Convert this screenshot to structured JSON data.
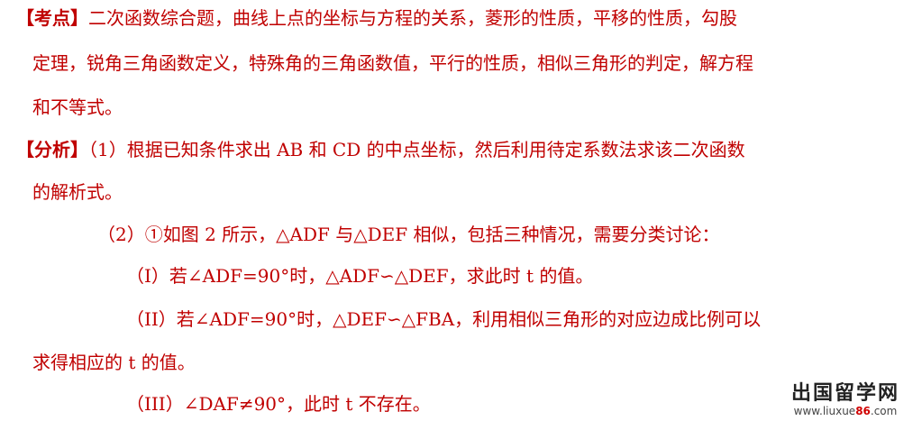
{
  "section_kaodian": {
    "label": "【考点】",
    "line1_text": "二次函数综合题，曲线上点的坐标与方程的关系，菱形的性质，平移的性质，勾股",
    "line2": "定理，锐角三角函数定义，特殊角的三角函数值，平行的性质，相似三角形的判定，解方程",
    "line3": "和不等式。"
  },
  "section_fenxi": {
    "label": "【分析】",
    "line1_text": "（1）根据已知条件求出 AB 和 CD 的中点坐标，然后利用待定系数法求该二次函数",
    "line2": "的解析式。",
    "part2_intro": "（2）①如图 2 所示，△ADF 与△DEF 相似，包括三种情况，需要分类讨论：",
    "case1": "（I）若∠ADF=90°时，△ADF∽△DEF，求此时 t 的值。",
    "case2_line1": "（II）若∠ADF=90°时，△DEF∽△FBA，利用相似三角形的对应边成比例可以",
    "case2_line2": "求得相应的 t 的值。",
    "case3": "（III）∠DAF≠90°，此时 t 不存在。"
  },
  "watermark": {
    "title": "出国留学网",
    "url_prefix": "www.liuxue",
    "url_number": "86",
    "url_suffix": ".com"
  }
}
